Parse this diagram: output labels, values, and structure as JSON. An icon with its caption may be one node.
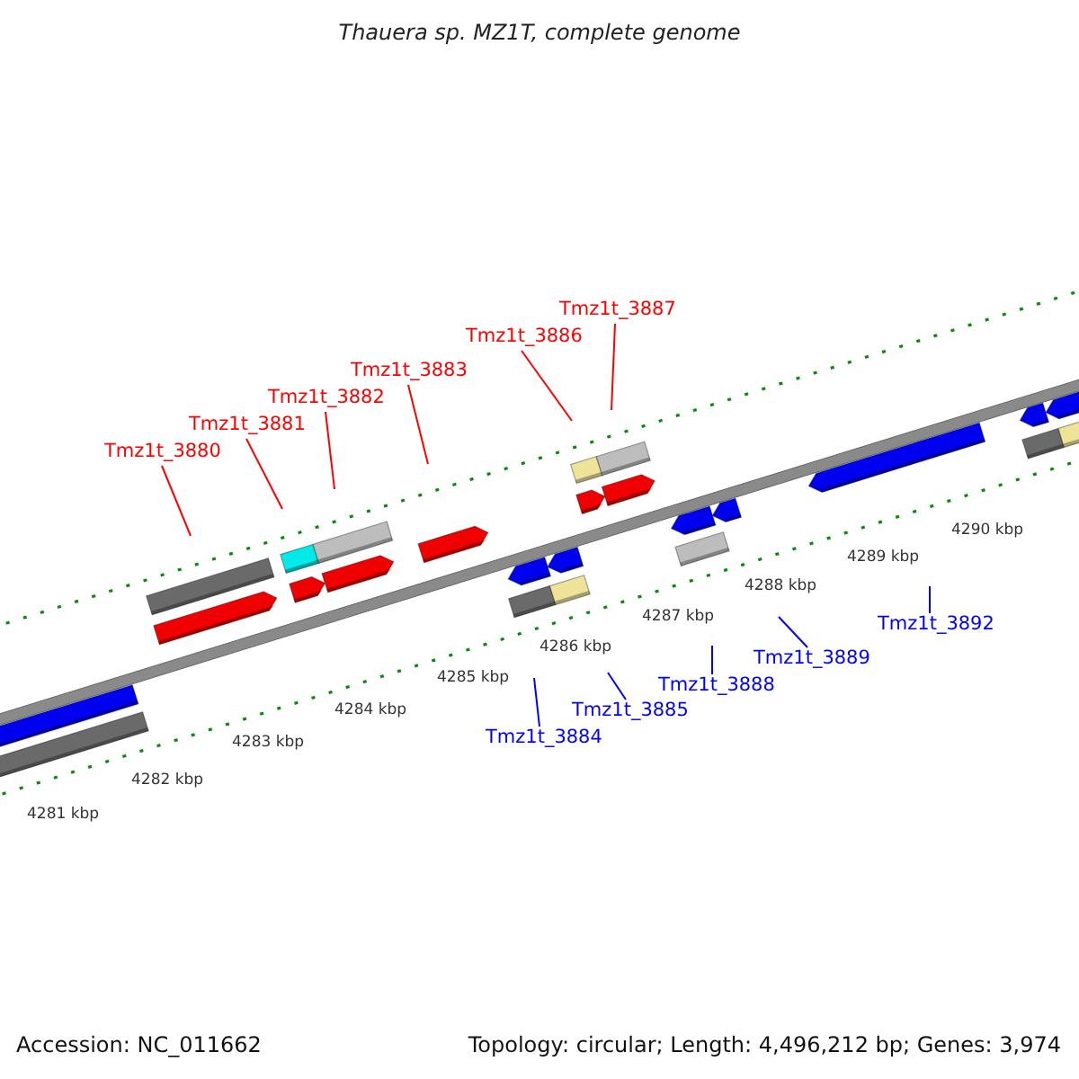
{
  "diagram": {
    "title": "Thauera sp. MZ1T, complete genome",
    "nodes": [
      {
        "text": [
          "Tmz1t_3880"
        ]
      },
      {
        "text": [
          "Tmz1t_3881"
        ]
      },
      {
        "text": [
          "Tmz1t_3882"
        ]
      },
      {
        "text": [
          "Tmz1t_3883"
        ]
      },
      {
        "text": [
          "Tmz1t_3886"
        ]
      },
      {
        "text": [
          "Tmz1t_3887"
        ]
      },
      {
        "text": [
          "Tmz1t_3884"
        ]
      },
      {
        "text": [
          "Tmz1t_3885"
        ]
      },
      {
        "text": [
          "Tmz1t_3888"
        ]
      },
      {
        "text": [
          "Tmz1t_3889"
        ]
      },
      {
        "text": [
          "Tmz1t_3892"
        ]
      }
    ],
    "edges": [
      {
        "from": 0,
        "to": null,
        "arrow": "none",
        "color": "#ff0000"
      },
      {
        "from": 1,
        "to": null,
        "arrow": "none",
        "color": "#ff0000"
      },
      {
        "from": 2,
        "to": null,
        "arrow": "none",
        "color": "#ff0000"
      },
      {
        "from": 3,
        "to": null,
        "arrow": "none",
        "color": "#ff0000"
      },
      {
        "from": 4,
        "to": null,
        "arrow": "none",
        "color": "#ff0000"
      },
      {
        "from": 5,
        "to": null,
        "arrow": "none",
        "color": "#ff0000"
      },
      {
        "from": 6,
        "to": null,
        "arrow": "none",
        "color": "#0000ff"
      },
      {
        "from": 7,
        "to": null,
        "arrow": "none",
        "color": "#0000ff"
      },
      {
        "from": 8,
        "to": null,
        "arrow": "none",
        "color": "#0000ff"
      },
      {
        "from": 9,
        "to": null,
        "arrow": "none",
        "color": "#0000ff"
      },
      {
        "from": 10,
        "to": null,
        "arrow": "none",
        "color": "#0000ff"
      }
    ],
    "labels": [
      "4281 kbp",
      "4282 kbp",
      "4283 kbp",
      "4284 kbp",
      "4285 kbp",
      "4286 kbp",
      "4287 kbp",
      "4288 kbp",
      "4289 kbp",
      "4290 kbp",
      "Accession: NC_011662",
      "Topology: circular; Length: 4,496,212 bp; Genes: 3,974"
    ]
  }
}
